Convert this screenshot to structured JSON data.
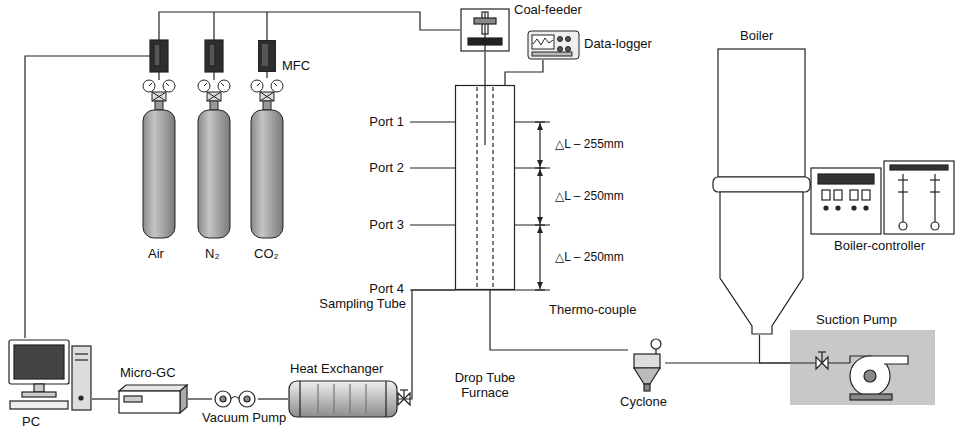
{
  "diagram": {
    "nodes": [
      {
        "text": [
          "Coal-feeder"
        ]
      },
      {
        "text": [
          "Data-logger"
        ]
      },
      {
        "text": [
          "Air"
        ]
      },
      {
        "text": [
          "N₂"
        ]
      },
      {
        "text": [
          "CO₂"
        ]
      },
      {
        "text": [
          "MFC"
        ]
      },
      {
        "text": [
          "PC"
        ]
      },
      {
        "text": [
          "Micro-GC"
        ]
      },
      {
        "text": [
          "Vacuum Pump"
        ]
      },
      {
        "text": [
          "Heat Exchanger"
        ]
      },
      {
        "text": [
          "Drop Tube Furnace"
        ]
      },
      {
        "text": [
          "Cyclone"
        ]
      },
      {
        "text": [
          "Boiler"
        ]
      },
      {
        "text": [
          "Boiler-controller"
        ]
      },
      {
        "text": [
          "Suction Pump"
        ]
      }
    ],
    "edges": [
      {
        "from": 4,
        "to": 5,
        "arrow": "none"
      },
      {
        "from": 5,
        "to": 0,
        "arrow": "none"
      },
      {
        "from": 0,
        "to": 10,
        "arrow": "none"
      },
      {
        "from": 1,
        "to": 10,
        "arrow": "none"
      },
      {
        "from": 10,
        "to": 9,
        "arrow": "none"
      },
      {
        "from": 9,
        "to": 8,
        "arrow": "none"
      },
      {
        "from": 8,
        "to": 7,
        "arrow": "none"
      },
      {
        "from": 7,
        "to": 6,
        "arrow": "none"
      },
      {
        "from": 10,
        "to": 11,
        "arrow": "none"
      },
      {
        "from": 11,
        "to": 14,
        "arrow": "none"
      },
      {
        "from": 12,
        "to": 14,
        "arrow": "none"
      },
      {
        "from": 12,
        "to": 13,
        "arrow": "none"
      }
    ],
    "labels": [
      "Port 1",
      "Port 2",
      "Port 3",
      "Port 4",
      "Sampling Tube",
      "Thermo-couple",
      "△L – 255mm",
      "△L – 250mm",
      "△L – 250mm"
    ]
  }
}
